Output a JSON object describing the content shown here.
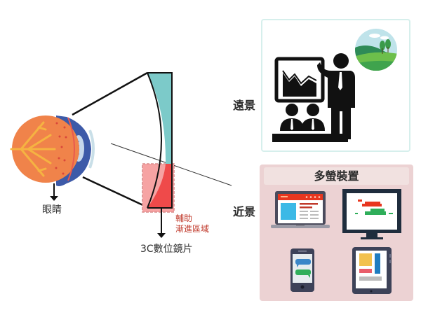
{
  "diagram": {
    "title": "3C digital lens: far view vs. near view (multi-screen devices)",
    "labels": {
      "eye": "眼睛",
      "lens": "3C數位鏡片",
      "assist_zone_line1": "輔助",
      "assist_zone_line2": "漸進區域",
      "far_view": "遠景",
      "near_view": "近景",
      "multi_screen": "多螢裝置"
    },
    "icons": {
      "eye": "eyeball-cross-section-icon",
      "lens": "lens-cross-section-icon",
      "presenter": "presentation-audience-icon",
      "landscape": "landscape-circle-icon",
      "laptop": "laptop-icon",
      "monitor": "monitor-icon",
      "phone": "smartphone-chat-icon",
      "tablet": "tablet-icon"
    },
    "colors": {
      "eye_orange": "#f0834a",
      "eye_blue": "#3d5aa8",
      "vessel_yellow": "#f5b342",
      "lens_teal": "#7ccac9",
      "assist_red": "#ef4a4a",
      "assist_pink": "#f6a3a3",
      "far_frame_border": "#d6efec",
      "near_frame_bg": "#ecd2d3",
      "label_red": "#c0392b"
    }
  }
}
